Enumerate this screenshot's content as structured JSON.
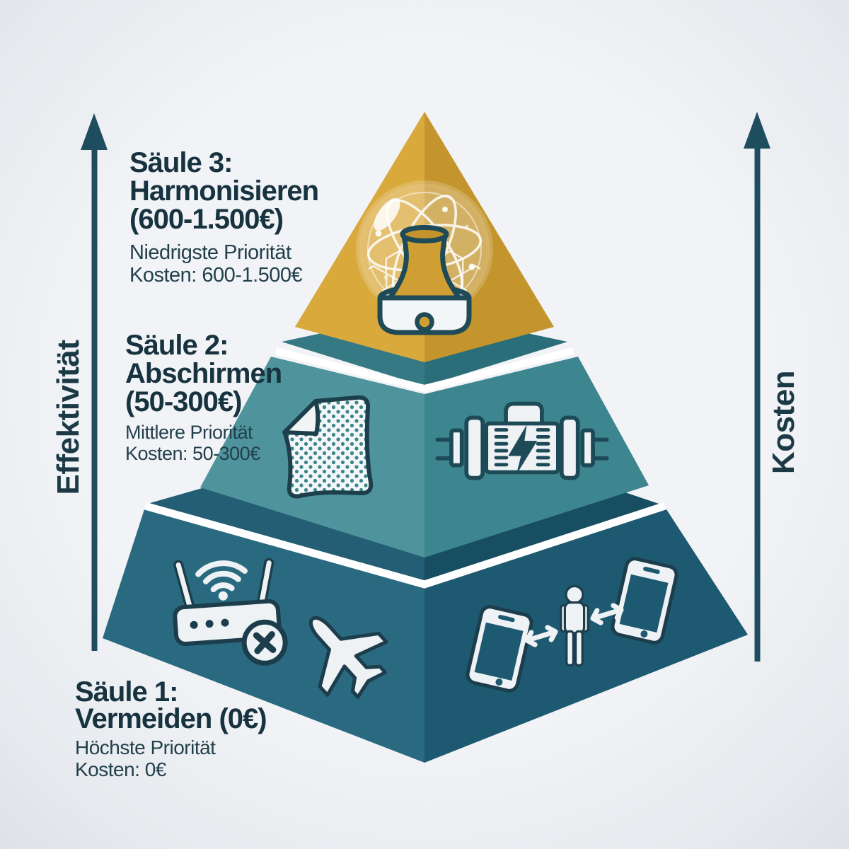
{
  "diagram": {
    "type": "pyramid-infographic",
    "axes": {
      "left": {
        "label": "Effektivität"
      },
      "right": {
        "label": "Kosten"
      }
    },
    "tiers": [
      {
        "name": "tier-3-harmonisieren",
        "heading": [
          "Säule 3:",
          "Harmonisieren",
          "(600-1.500€)"
        ],
        "priority": "Niedrigste Priorität",
        "cost": "Kosten: 600-1.500€",
        "colors": {
          "face_left": "#d9a93c",
          "face_right": "#c4952d"
        },
        "icons": [
          "harmonizer-device-icon"
        ]
      },
      {
        "name": "tier-2-abschirmen",
        "heading": [
          "Säule 2:",
          "Abschirmen",
          "(50-300€)"
        ],
        "priority": "Mittlere Priorität",
        "cost": "Kosten: 50-300€",
        "colors": {
          "face_left": "#4f949c",
          "face_right": "#3e868f"
        },
        "icons": [
          "shielding-fabric-icon",
          "mains-filter-icon"
        ]
      },
      {
        "name": "tier-1-vermeiden",
        "heading": [
          "Säule 1:",
          "Vermeiden (0€)"
        ],
        "priority": "Höchste Priorität",
        "cost": "Kosten: 0€",
        "colors": {
          "face_left": "#2a6a81",
          "face_right": "#1d5970"
        },
        "icons": [
          "wifi-router-off-icon",
          "airplane-icon",
          "phone-person-distance-icon"
        ]
      }
    ],
    "colors": {
      "background": "#eef0f4",
      "text": "#17333f",
      "axis": "#1e4d60",
      "separator": "#ffffff",
      "outline": "#1c3d4c"
    }
  }
}
